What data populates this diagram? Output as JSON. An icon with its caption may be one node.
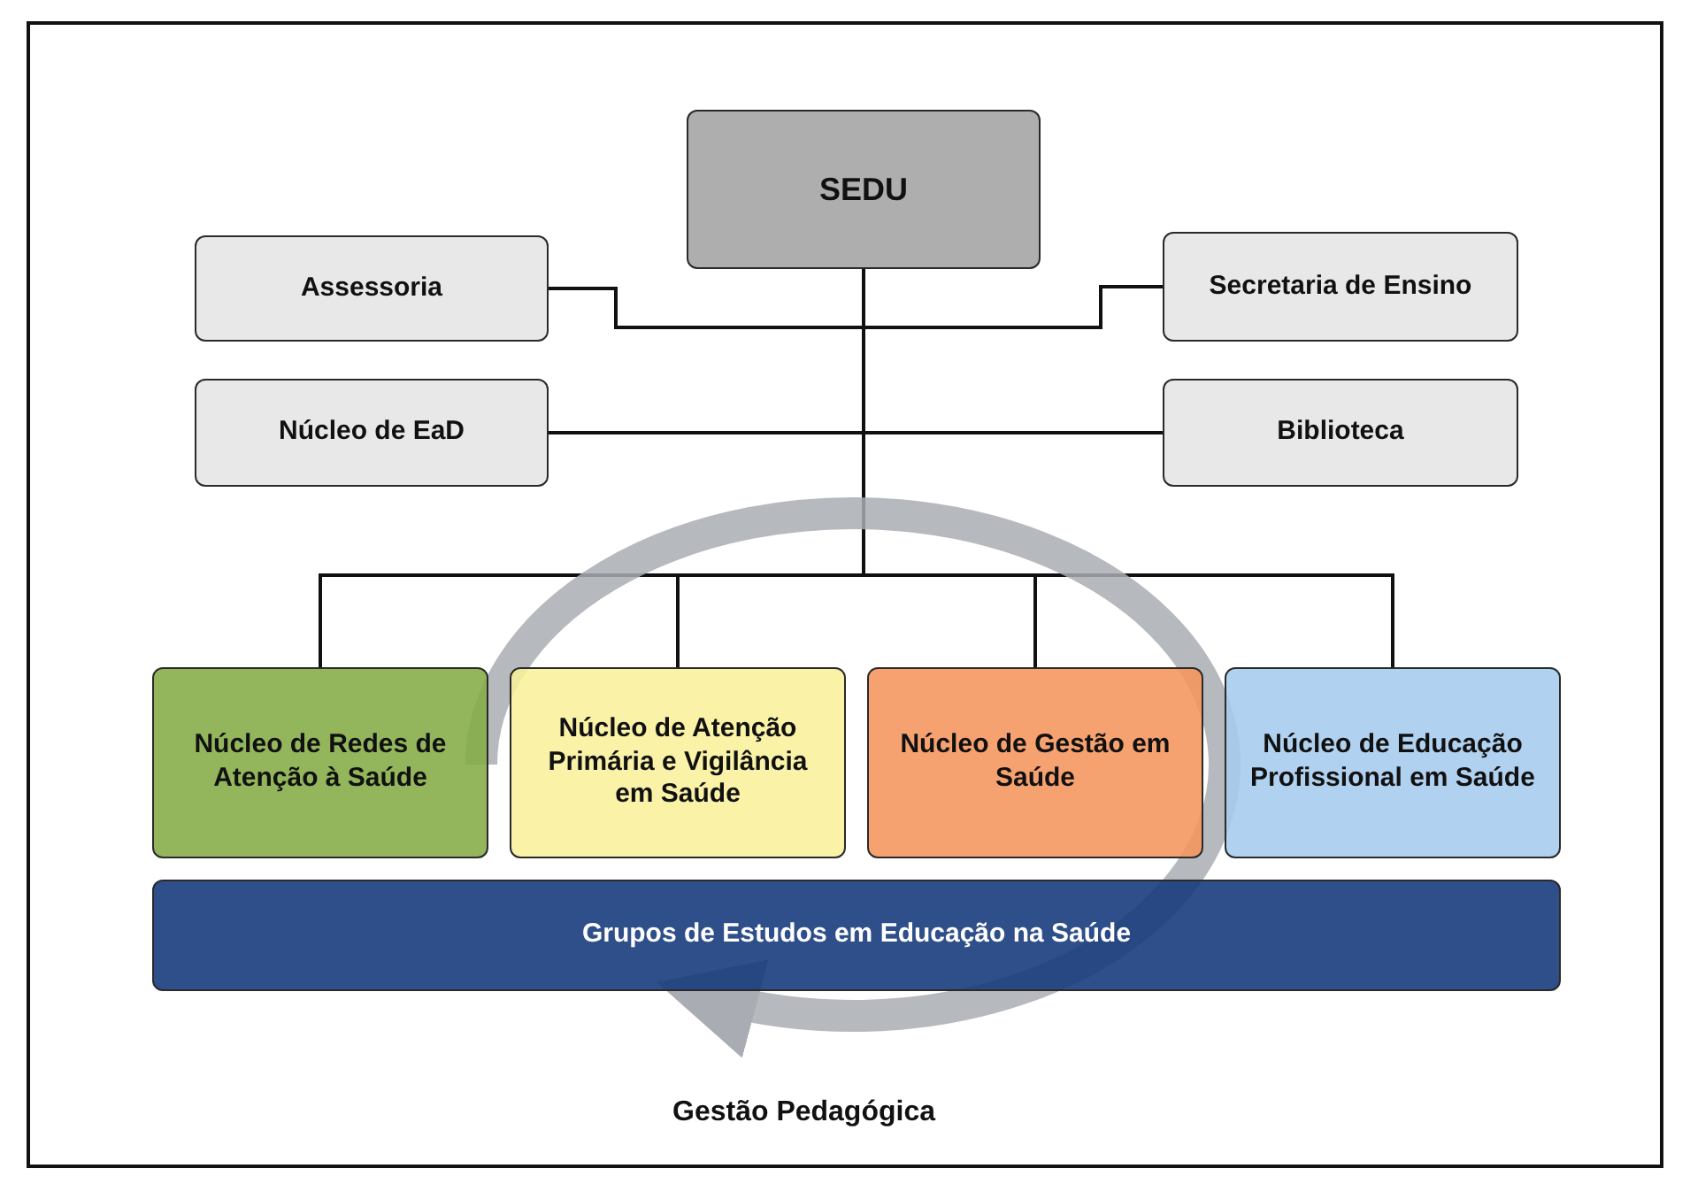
{
  "diagram": {
    "nodes": [
      {
        "text": [
          "SEDU"
        ]
      },
      {
        "text": [
          "Assessoria"
        ]
      },
      {
        "text": [
          "Secretaria de Ensino"
        ]
      },
      {
        "text": [
          "Núcleo de EaD"
        ]
      },
      {
        "text": [
          "Biblioteca"
        ]
      },
      {
        "text": [
          "Núcleo de Redes de Atenção à Saúde"
        ]
      },
      {
        "text": [
          "Núcleo de Atenção Primária e Vigilância em Saúde"
        ]
      },
      {
        "text": [
          "Núcleo de Gestão em Saúde"
        ]
      },
      {
        "text": [
          "Núcleo de Educação Profissional em Saúde"
        ]
      },
      {
        "text": [
          "Grupos de Estudos em Educação na Saúde"
        ]
      }
    ],
    "edges": [
      {
        "from": 0,
        "to": 1,
        "arrow": "none"
      },
      {
        "from": 0,
        "to": 2,
        "arrow": "none"
      },
      {
        "from": 0,
        "to": 3,
        "arrow": "none"
      },
      {
        "from": 0,
        "to": 4,
        "arrow": "none"
      },
      {
        "from": 0,
        "to": 5,
        "arrow": "none"
      },
      {
        "from": 0,
        "to": 6,
        "arrow": "none"
      },
      {
        "from": 0,
        "to": 7,
        "arrow": "none"
      },
      {
        "from": 0,
        "to": 8,
        "arrow": "none"
      },
      {
        "from": 5,
        "to": 9,
        "arrow": "to",
        "style": "thick",
        "color": "#a9adb3"
      }
    ],
    "labels": [
      "Gestão Pedagógica"
    ]
  }
}
